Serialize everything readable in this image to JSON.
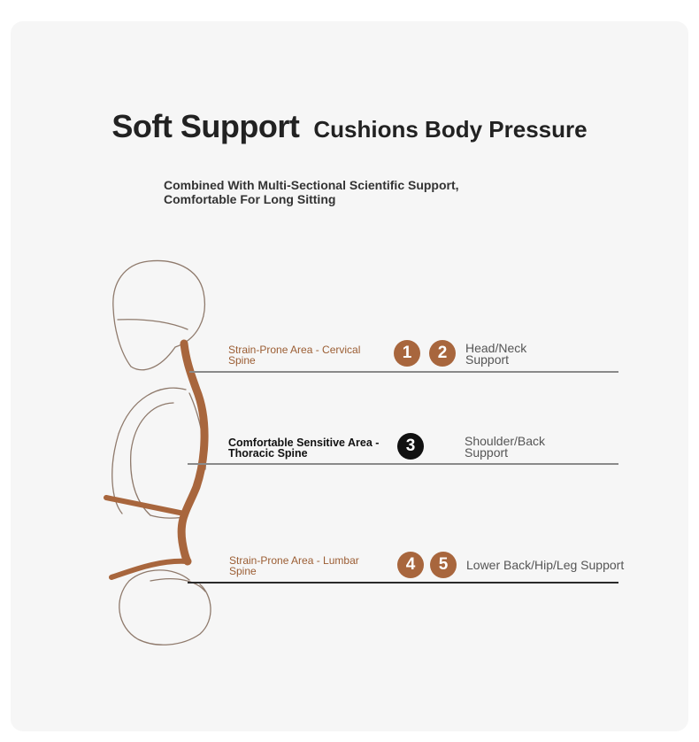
{
  "header": {
    "title_main": "Soft Support",
    "title_sub": "Cushions Body Pressure",
    "subtitle_line1": "Combined With Multi-Sectional Scientific Support,",
    "subtitle_line2": "Comfortable For Long Sitting"
  },
  "colors": {
    "accent_brown": "#a8663d",
    "badge_dark": "#111111",
    "background": "#f6f6f6"
  },
  "zones": [
    {
      "area_line1": "Strain-Prone Area - Cervical",
      "area_line2": "Spine",
      "badges": [
        "1",
        "2"
      ],
      "support_line1": "Head/Neck",
      "support_line2": "Support"
    },
    {
      "area_line1": "Comfortable Sensitive Area -",
      "area_line2": "Thoracic Spine",
      "badges": [
        "3"
      ],
      "support_line1": "Shoulder/Back",
      "support_line2": "Support"
    },
    {
      "area_line1": "Strain-Prone Area - Lumbar",
      "area_line2": "Spine",
      "badges": [
        "4",
        "5"
      ],
      "support_line1": "Lower Back/Hip/Leg Support",
      "support_line2": ""
    }
  ]
}
